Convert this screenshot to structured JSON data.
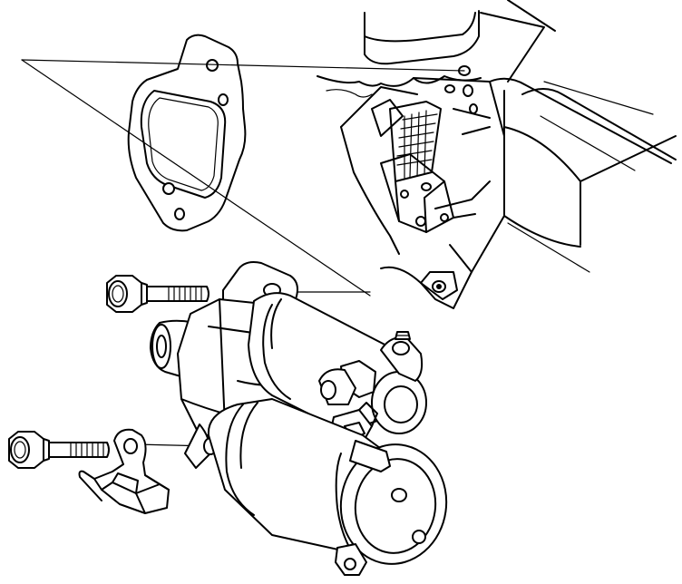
{
  "diagram": {
    "type": "exploded-assembly-illustration",
    "colors": {
      "line": "#000000",
      "background": "#ffffff"
    },
    "parts": [
      {
        "name": "gasket"
      },
      {
        "name": "engine-block-mount"
      },
      {
        "name": "upper-mounting-bolt"
      },
      {
        "name": "lower-mounting-bolt"
      },
      {
        "name": "wire-harness-bracket"
      },
      {
        "name": "starter-motor"
      }
    ]
  }
}
